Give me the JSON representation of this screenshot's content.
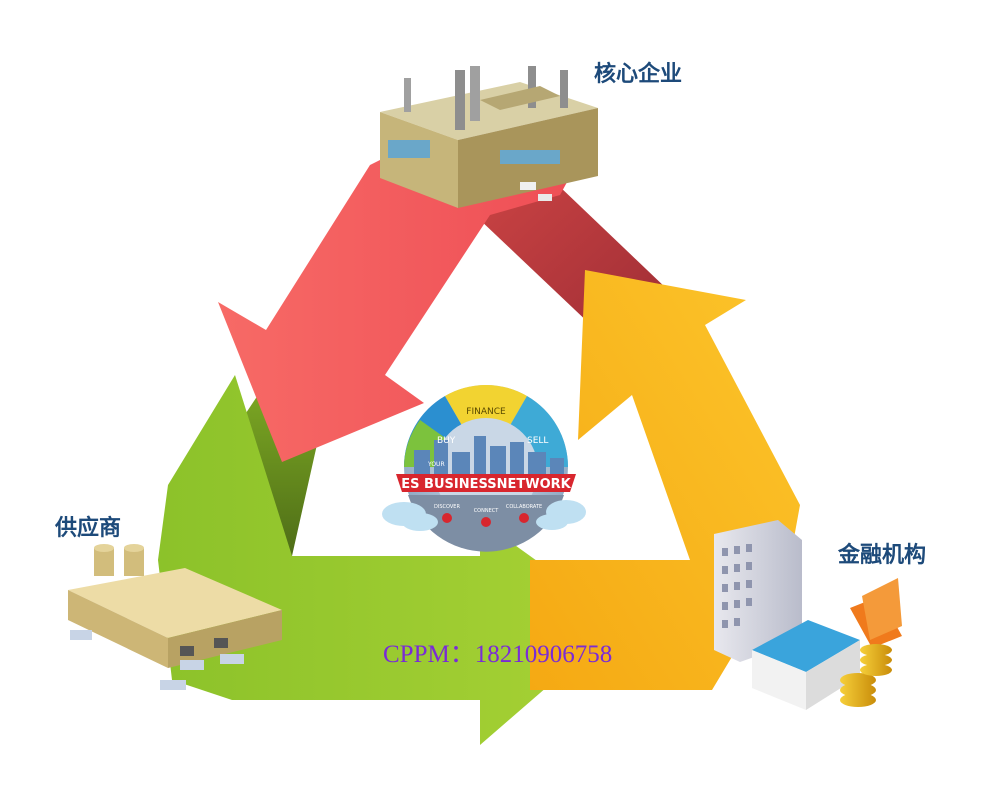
{
  "nodes": {
    "core": "核心企业",
    "supplier": "供应商",
    "finance": "金融机构"
  },
  "hub": {
    "segments": [
      "BUY",
      "FINANCE",
      "SELL"
    ],
    "small_tag": "YOUR",
    "banner": "ES BUSINESSNETWORK",
    "bottom_items": [
      "DISCOVER",
      "CONNECT",
      "COLLABORATE"
    ]
  },
  "contact": "CPPM：18210906758",
  "colors": {
    "red_arrow": "#f25a5a",
    "green_arrow": "#9acb2c",
    "yellow_arrow": "#f7b418",
    "label_text": "#1d4a7a",
    "contact_text": "#7a2bd6"
  },
  "icons": {
    "core": "factory-icon",
    "supplier": "warehouse-icon",
    "finance": "bank-building-coins-icon"
  }
}
